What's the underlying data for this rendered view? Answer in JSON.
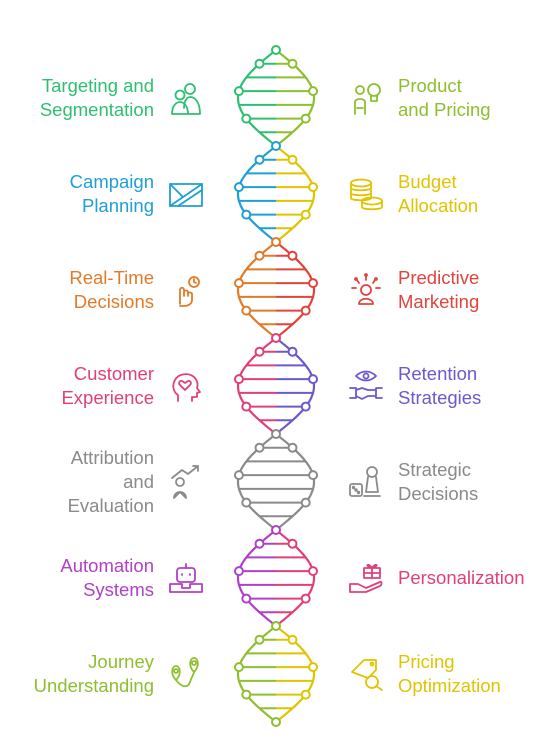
{
  "segments": [
    {
      "color": "#2fbf71",
      "right_color": "#8dbf2e",
      "left_label": [
        "Targeting and",
        "Segmentation"
      ],
      "right_label": [
        "Product",
        "and Pricing"
      ],
      "left_icon": "people-group-icon",
      "right_icon": "person-lightbulb-icon"
    },
    {
      "color": "#1f9fd4",
      "right_color": "#e0c400",
      "left_label": [
        "Campaign",
        "Planning"
      ],
      "right_label": [
        "Budget",
        "Allocation"
      ],
      "left_icon": "campaign-chart-icon",
      "right_icon": "coin-stack-icon"
    },
    {
      "color": "#e07b2a",
      "right_color": "#e0443c",
      "left_label": [
        "Real-Time",
        "Decisions"
      ],
      "right_label": [
        "Predictive",
        "Marketing"
      ],
      "left_icon": "hand-clock-icon",
      "right_icon": "fortune-teller-icon"
    },
    {
      "color": "#e0407a",
      "right_color": "#6a5acd",
      "left_label": [
        "Customer",
        "Experience"
      ],
      "right_label": [
        "Retention",
        "Strategies"
      ],
      "left_icon": "head-heart-icon",
      "right_icon": "handshake-eye-icon"
    },
    {
      "color": "#8a8a8a",
      "right_color": "#8a8a8a",
      "left_label": [
        "Attribution",
        "and",
        "Evaluation"
      ],
      "right_label": [
        "Strategic",
        "Decisions"
      ],
      "left_icon": "person-growth-icon",
      "right_icon": "chess-dice-icon"
    },
    {
      "color": "#b040c8",
      "right_color": "#e0407a",
      "left_label": [
        "Automation",
        "Systems"
      ],
      "right_label": [
        "Personalization"
      ],
      "left_icon": "robot-icon",
      "right_icon": "gift-hand-icon"
    },
    {
      "color": "#8dbf2e",
      "right_color": "#e0c400",
      "left_label": [
        "Journey",
        "Understanding"
      ],
      "right_label": [
        "Pricing",
        "Optimization"
      ],
      "left_icon": "map-pins-icon",
      "right_icon": "price-tag-search-icon"
    }
  ]
}
